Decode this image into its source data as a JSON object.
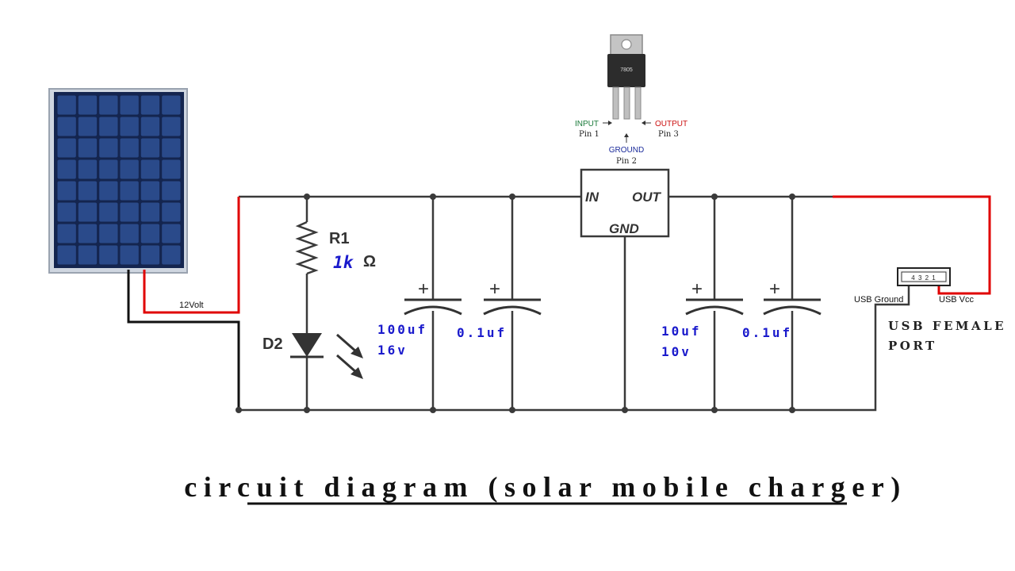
{
  "title": "circuit diagram (solar mobile charger)",
  "colors": {
    "wire": "#3a3a3a",
    "wire_red": "#e00000",
    "wire_black": "#111111",
    "value_text": "#1a1acc",
    "panel_cell": "#2a4a8a",
    "panel_frame": "#cfd6e0",
    "input_label": "#1a7a3a",
    "output_label": "#cc1111",
    "ground_label": "#1a2a9a"
  },
  "solar_panel": {
    "voltage_label": "12Volt"
  },
  "regulator_photo": {
    "part_number": "7805",
    "input_label": "INPUT",
    "input_pin": "Pin 1",
    "ground_label": "GROUND",
    "ground_pin": "Pin 2",
    "output_label": "OUTPUT",
    "output_pin": "Pin 3"
  },
  "regulator_symbol": {
    "in_label": "IN",
    "out_label": "OUT",
    "gnd_label": "GND"
  },
  "resistor": {
    "name": "R1",
    "value": "1k",
    "unit": "Ω"
  },
  "led": {
    "name": "D2"
  },
  "capacitors": [
    {
      "id": "c1",
      "value": "100uf",
      "voltage": "16v"
    },
    {
      "id": "c2",
      "value": "0.1uf",
      "voltage": ""
    },
    {
      "id": "c3",
      "value": "10uf",
      "voltage": "10v"
    },
    {
      "id": "c4",
      "value": "0.1uf",
      "voltage": ""
    }
  ],
  "cap_polarity_symbol": "+",
  "usb": {
    "pin_labels": "4 3 2 1",
    "ground_label": "USB Ground",
    "vcc_label": "USB Vcc",
    "port_label_line1": "USB FEMALE",
    "port_label_line2": "PORT"
  }
}
